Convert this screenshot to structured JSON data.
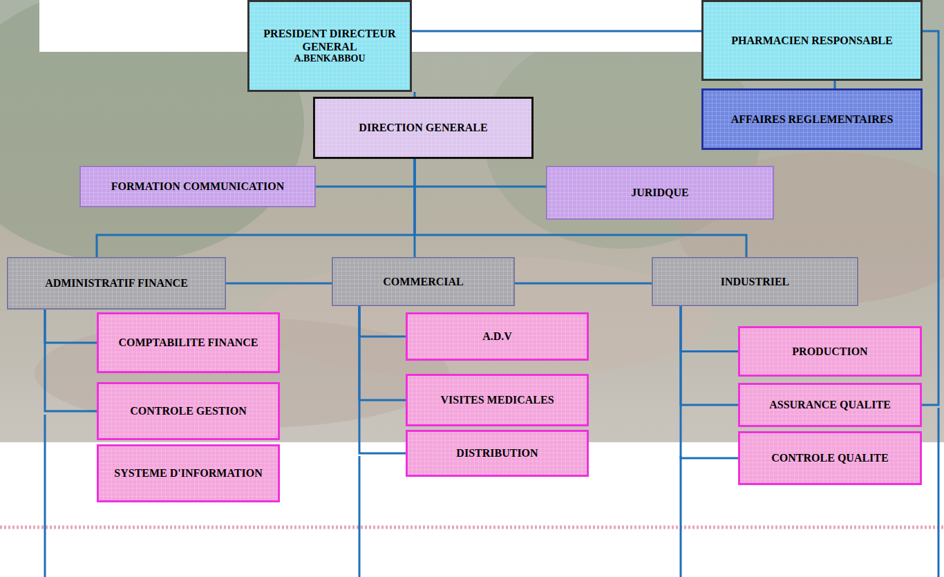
{
  "diagram": {
    "nodes": [
      {
        "text": [
          "PRESIDENT DIRECTEUR GENERAL",
          "A.BENKABBOU"
        ]
      },
      {
        "text": [
          "PHARMACIEN RESPONSABLE"
        ]
      },
      {
        "text": [
          "DIRECTION GENERALE"
        ]
      },
      {
        "text": [
          "AFFAIRES REGLEMENTAIRES"
        ]
      },
      {
        "text": [
          "FORMATION COMMUNICATION"
        ]
      },
      {
        "text": [
          "JURIDQUE"
        ]
      },
      {
        "text": [
          "ADMINISTRATIF FINANCE"
        ]
      },
      {
        "text": [
          "COMMERCIAL"
        ]
      },
      {
        "text": [
          "INDUSTRIEL"
        ]
      },
      {
        "text": [
          "COMPTABILITE FINANCE"
        ]
      },
      {
        "text": [
          "A.D.V"
        ]
      },
      {
        "text": [
          "PRODUCTION"
        ]
      },
      {
        "text": [
          "CONTROLE GESTION"
        ]
      },
      {
        "text": [
          "VISITES MEDICALES"
        ]
      },
      {
        "text": [
          "ASSURANCE QUALITE"
        ]
      },
      {
        "text": [
          "SYSTEME D'INFORMATION"
        ]
      },
      {
        "text": [
          "DISTRIBUTION"
        ]
      },
      {
        "text": [
          "CONTROLE QUALITE"
        ]
      }
    ],
    "edges": [
      {
        "from": 0,
        "to": 1,
        "arrow": "none"
      },
      {
        "from": 1,
        "to": 3,
        "arrow": "none"
      },
      {
        "from": 0,
        "to": 2,
        "arrow": "none"
      },
      {
        "from": 2,
        "to": 4,
        "arrow": "none"
      },
      {
        "from": 2,
        "to": 5,
        "arrow": "none"
      },
      {
        "from": 2,
        "to": 6,
        "arrow": "none"
      },
      {
        "from": 2,
        "to": 7,
        "arrow": "none"
      },
      {
        "from": 2,
        "to": 8,
        "arrow": "none"
      },
      {
        "from": 6,
        "to": 7,
        "arrow": "none"
      },
      {
        "from": 7,
        "to": 8,
        "arrow": "none"
      },
      {
        "from": 6,
        "to": 9,
        "arrow": "none"
      },
      {
        "from": 6,
        "to": 12,
        "arrow": "none"
      },
      {
        "from": 7,
        "to": 10,
        "arrow": "none"
      },
      {
        "from": 7,
        "to": 13,
        "arrow": "none"
      },
      {
        "from": 7,
        "to": 16,
        "arrow": "none"
      },
      {
        "from": 8,
        "to": 11,
        "arrow": "none"
      },
      {
        "from": 8,
        "to": 14,
        "arrow": "none"
      },
      {
        "from": 8,
        "to": 17,
        "arrow": "none"
      },
      {
        "from": 1,
        "to": 14,
        "arrow": "none"
      }
    ]
  }
}
